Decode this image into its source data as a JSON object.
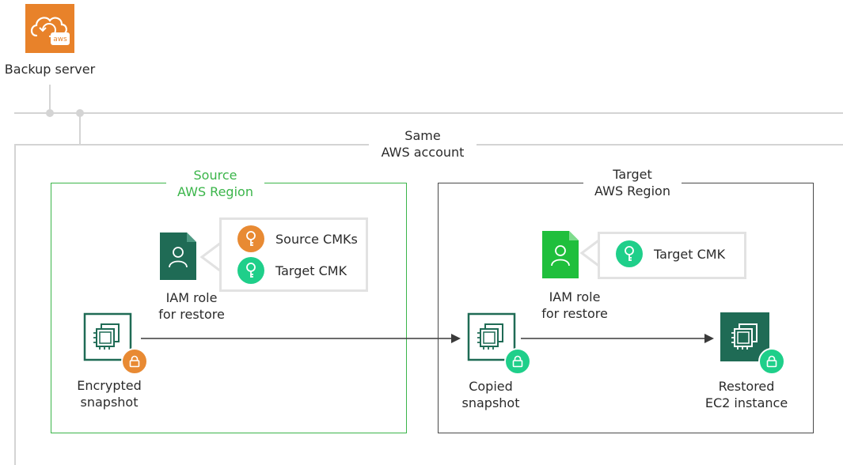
{
  "backup_server": {
    "label": "Backup server",
    "logo_text": "aws",
    "icon": "cloud-aws-icon"
  },
  "account": {
    "label_line1": "Same",
    "label_line2": "AWS account"
  },
  "source_region": {
    "title_line1": "Source",
    "title_line2": "AWS Region",
    "cmks": [
      {
        "label": "Source CMKs",
        "icon": "key-icon",
        "color": "#e88a33"
      },
      {
        "label": "Target CMK",
        "icon": "key-icon",
        "color": "#1fcf8a"
      }
    ],
    "iam_role": {
      "line1": "IAM role",
      "line2": "for restore",
      "color": "#1f6b55"
    },
    "snapshot": {
      "line1": "Encrypted",
      "line2": "snapshot",
      "lock_color": "#e88a33"
    }
  },
  "target_region": {
    "title_line1": "Target",
    "title_line2": "AWS Region",
    "cmks": [
      {
        "label": "Target CMK",
        "icon": "key-icon",
        "color": "#1fcf8a"
      }
    ],
    "iam_role": {
      "line1": "IAM role",
      "line2": "for restore",
      "color": "#1fbf3c"
    },
    "copied_snapshot": {
      "line1": "Copied",
      "line2": "snapshot",
      "lock_color": "#1fcf8a"
    },
    "restored_instance": {
      "line1": "Restored",
      "line2": "EC2 instance",
      "lock_color": "#1fcf8a"
    }
  },
  "colors": {
    "source_border": "#3bb54a",
    "target_border": "#4a4a4a",
    "connector": "#d4d4d4",
    "aws_orange": "#e8822a",
    "dark_green": "#1f6b55"
  }
}
